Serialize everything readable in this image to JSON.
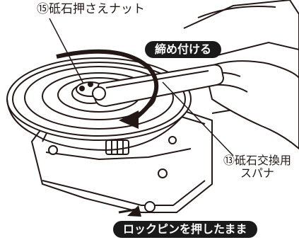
{
  "labels": {
    "nut": "⑮砥石押さえナット",
    "tighten": "締め付ける",
    "spanner_line1": "⑬砥石交換用",
    "spanner_line2": "スパナ",
    "lock_pin": "ロックピンを押したまま"
  },
  "colors": {
    "ink": "#231815",
    "pill_bg": "#1a1a1a",
    "pill_text": "#ffffff"
  }
}
